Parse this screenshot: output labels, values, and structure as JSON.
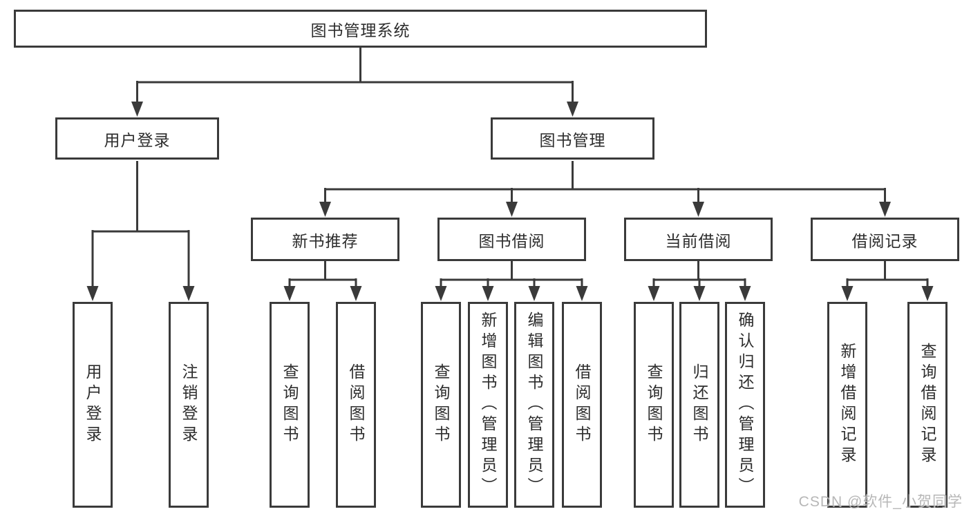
{
  "tree": {
    "root": {
      "label": "图书管理系统"
    },
    "children": [
      {
        "label": "用户登录",
        "children": [
          {
            "label": "用户登录"
          },
          {
            "label": "注销登录"
          }
        ]
      },
      {
        "label": "图书管理",
        "children": [
          {
            "label": "新书推荐",
            "children": [
              {
                "label": "查询图书"
              },
              {
                "label": "借阅图书"
              }
            ]
          },
          {
            "label": "图书借阅",
            "children": [
              {
                "label": "查询图书"
              },
              {
                "label": "新增图书（管理员）"
              },
              {
                "label": "编辑图书（管理员）"
              },
              {
                "label": "借阅图书"
              }
            ]
          },
          {
            "label": "当前借阅",
            "children": [
              {
                "label": "查询图书"
              },
              {
                "label": "归还图书"
              },
              {
                "label": "确认归还（管理员）"
              }
            ]
          },
          {
            "label": "借阅记录",
            "children": [
              {
                "label": "新增借阅记录"
              },
              {
                "label": "查询借阅记录"
              }
            ]
          }
        ]
      }
    ]
  },
  "watermark": {
    "text": "CSDN @软件_小贺同学"
  },
  "colors": {
    "line": "#3a3a3a",
    "text": "#2d2d2d",
    "box_fill": "#ffffff",
    "watermark": "#aaaaaa"
  }
}
